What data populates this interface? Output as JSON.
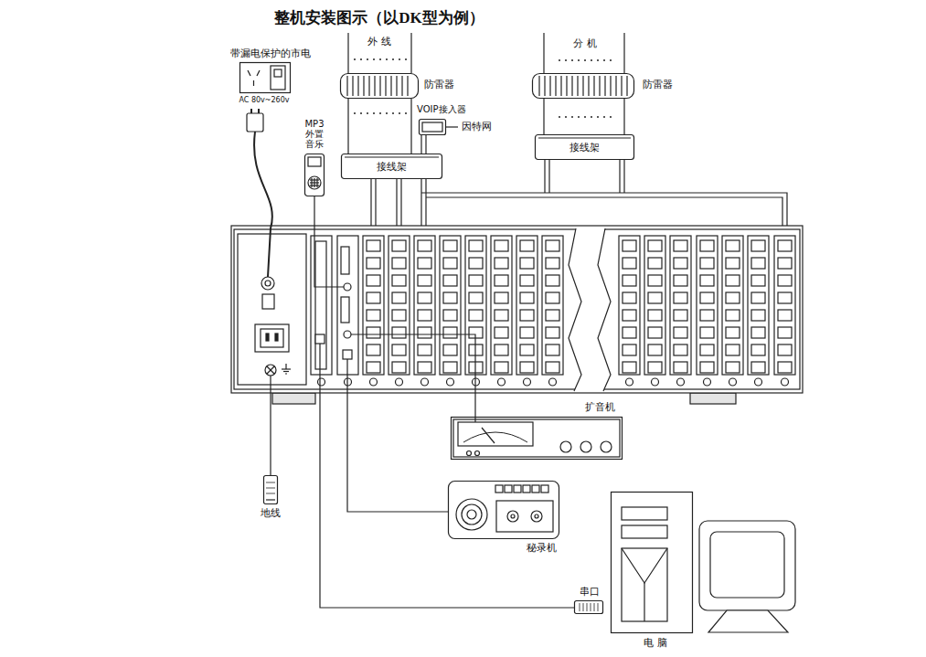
{
  "diagram": {
    "title": "整机安装图示（以DK型为例）",
    "nodes": [
      {
        "text": [
          "带漏电保护的市电",
          "AC 80v~260v"
        ]
      },
      {
        "text": [
          "MP3 外置 音乐"
        ]
      },
      {
        "text": [
          "防雷器"
        ]
      },
      {
        "text": [
          "接线架"
        ]
      },
      {
        "text": [
          "VOIP接入器"
        ]
      },
      {
        "text": [
          "防雷器"
        ]
      },
      {
        "text": [
          "接线架"
        ]
      },
      {
        "text": [
          "扩音机"
        ]
      },
      {
        "text": [
          "秘录机"
        ]
      },
      {
        "text": [
          "串口"
        ]
      },
      {
        "text": [
          "电 脑"
        ]
      },
      {
        "text": [
          "地线"
        ]
      }
    ],
    "edges": [
      {
        "from": 2,
        "to": 3,
        "arrow": "none"
      },
      {
        "from": 5,
        "to": 6,
        "arrow": "none"
      }
    ],
    "labels": [
      "外 线",
      "分 机",
      "因特网"
    ]
  }
}
